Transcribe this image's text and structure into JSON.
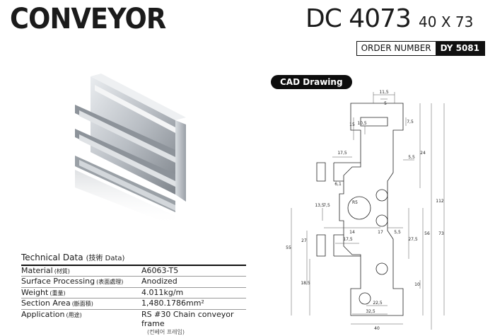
{
  "header": {
    "title": "CONVEYOR",
    "model_code": "DC 4073",
    "model_size": "40 X 73",
    "order_label": "ORDER NUMBER",
    "order_number": "DY 5081"
  },
  "cad": {
    "badge": "CAD Drawing",
    "dims": [
      "11,5",
      "5",
      "15",
      "10,5",
      "7,5",
      "24",
      "17,5",
      "5,5",
      "6,1",
      "13,5",
      "7,5",
      "R5",
      "14",
      "17",
      "5,5",
      "27,5",
      "27",
      "55",
      "56",
      "73",
      "112",
      "17,5",
      "18,5",
      "10",
      "22,5",
      "32,5",
      "40"
    ]
  },
  "tech": {
    "title": "Technical Data",
    "title_ko": "(技術 Data)",
    "rows": [
      {
        "k": "Material",
        "ko": "(材質)",
        "v": "A6063-T5"
      },
      {
        "k": "Surface Processing",
        "ko": "(表面處理)",
        "v": "Anodized"
      },
      {
        "k": "Weight",
        "ko": "(重量)",
        "v": "4.011kg/m"
      },
      {
        "k": "Section Area",
        "ko": "(斷面積)",
        "v": "1,480.1786mm²"
      },
      {
        "k": "Application",
        "ko": "(用途)",
        "v": "RS #30 Chain conveyor frame"
      }
    ],
    "note": "(컨베어 프레임)"
  }
}
